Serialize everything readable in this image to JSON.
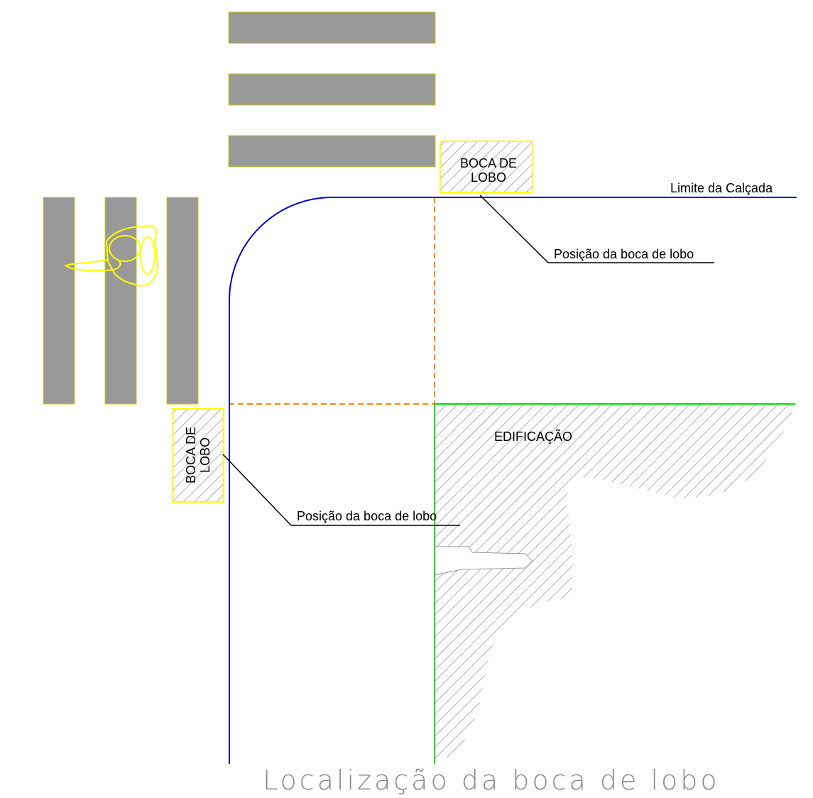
{
  "labels": {
    "curb_limit": "Limite da Calçada",
    "inlet_position_top": "Posição da boca de lobo",
    "inlet_position_left": "Posição da boca de lobo",
    "building": "EDIFICAÇÃO",
    "caption": "Localização da boca de lobo"
  },
  "inlets": {
    "top": {
      "line1": "BOCA DE",
      "line2": "LOBO"
    },
    "left": {
      "line1": "BOCA DE",
      "line2": "LOBO"
    }
  },
  "colors": {
    "curb_line": "#0000cc",
    "building_line": "#00dd00",
    "alignment_dashes": "#ff8800",
    "crosswalk_fill": "#999999",
    "crosswalk_edge": "#cccc00",
    "inlet_outline": "#ffff00",
    "hatch": "#9a9a9a",
    "pedestrian": "#ffff00",
    "caption": "#8a8a8a"
  },
  "icons": {
    "pedestrian": "pedestrian-top-view-icon"
  }
}
